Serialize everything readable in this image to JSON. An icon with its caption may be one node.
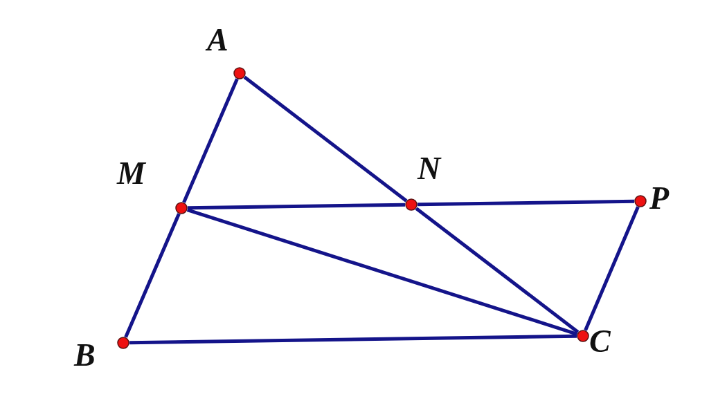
{
  "diagram": {
    "nodes": [
      {
        "text": [
          "A"
        ]
      },
      {
        "text": [
          "M"
        ]
      },
      {
        "text": [
          "N"
        ]
      },
      {
        "text": [
          "P"
        ]
      },
      {
        "text": [
          "B"
        ]
      },
      {
        "text": [
          "C"
        ]
      }
    ],
    "edges": [
      {
        "from": 0,
        "to": 1,
        "arrow": "none"
      },
      {
        "from": 1,
        "to": 4,
        "arrow": "none"
      },
      {
        "from": 0,
        "to": 2,
        "arrow": "none"
      },
      {
        "from": 2,
        "to": 5,
        "arrow": "none"
      },
      {
        "from": 1,
        "to": 2,
        "arrow": "none"
      },
      {
        "from": 2,
        "to": 3,
        "arrow": "none"
      },
      {
        "from": 3,
        "to": 5,
        "arrow": "none"
      },
      {
        "from": 1,
        "to": 5,
        "arrow": "none"
      },
      {
        "from": 4,
        "to": 5,
        "arrow": "none"
      }
    ]
  }
}
